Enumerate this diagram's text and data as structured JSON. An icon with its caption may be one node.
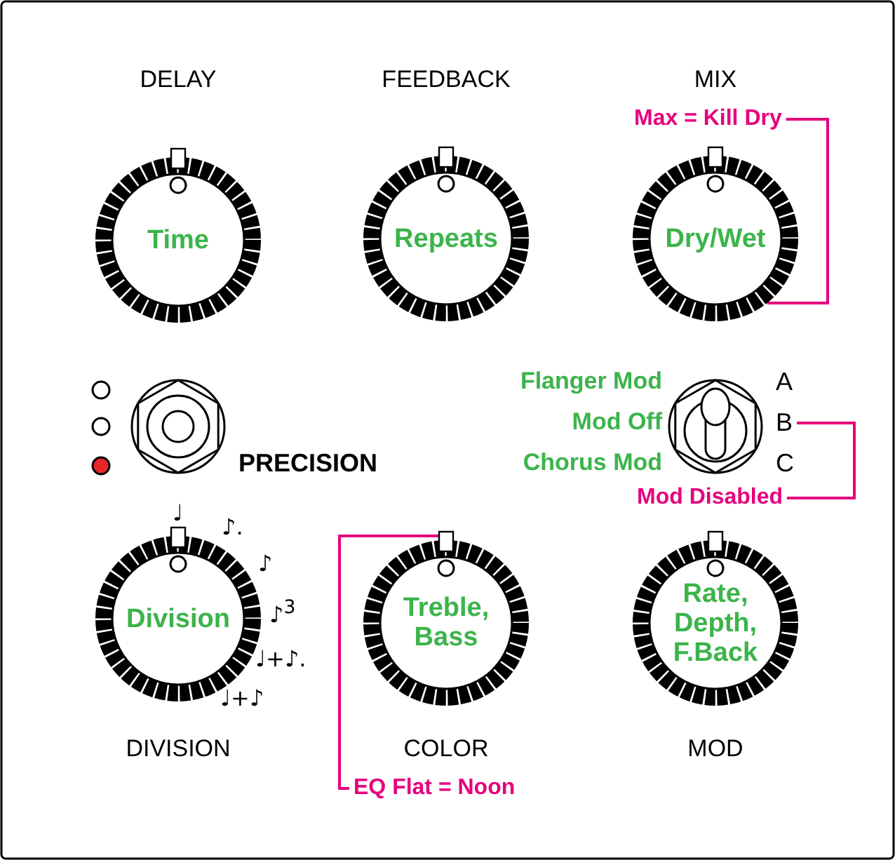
{
  "diagram": {
    "nodes": [
      {
        "text": [
          "Time"
        ]
      },
      {
        "text": [
          "Repeats"
        ]
      },
      {
        "text": [
          "Dry/Wet"
        ]
      },
      {
        "text": [
          "Max = Kill Dry"
        ]
      },
      {
        "text": [
          "Division"
        ]
      },
      {
        "text": [
          "Treble, Bass"
        ]
      },
      {
        "text": [
          "Rate, Depth, F.Back"
        ]
      },
      {
        "text": [
          "EQ Flat = Noon"
        ]
      },
      {
        "text": [
          "B"
        ]
      },
      {
        "text": [
          "Mod Disabled"
        ]
      }
    ],
    "edges": [
      {
        "from": 3,
        "to": 2,
        "arrow": "none"
      },
      {
        "from": 7,
        "to": 5,
        "arrow": "none"
      },
      {
        "from": 9,
        "to": 8,
        "arrow": "none"
      }
    ],
    "labels": [
      "DELAY",
      "FEEDBACK",
      "MIX",
      "PRECISION",
      "Flanger Mod",
      "A",
      "Mod Off",
      "Chorus Mod",
      "C",
      "♩",
      "♪.",
      "♪",
      "♪$^{3}$",
      "♩+♪.",
      "♩+♪",
      "DIVISION",
      "COLOR",
      "MOD"
    ]
  }
}
